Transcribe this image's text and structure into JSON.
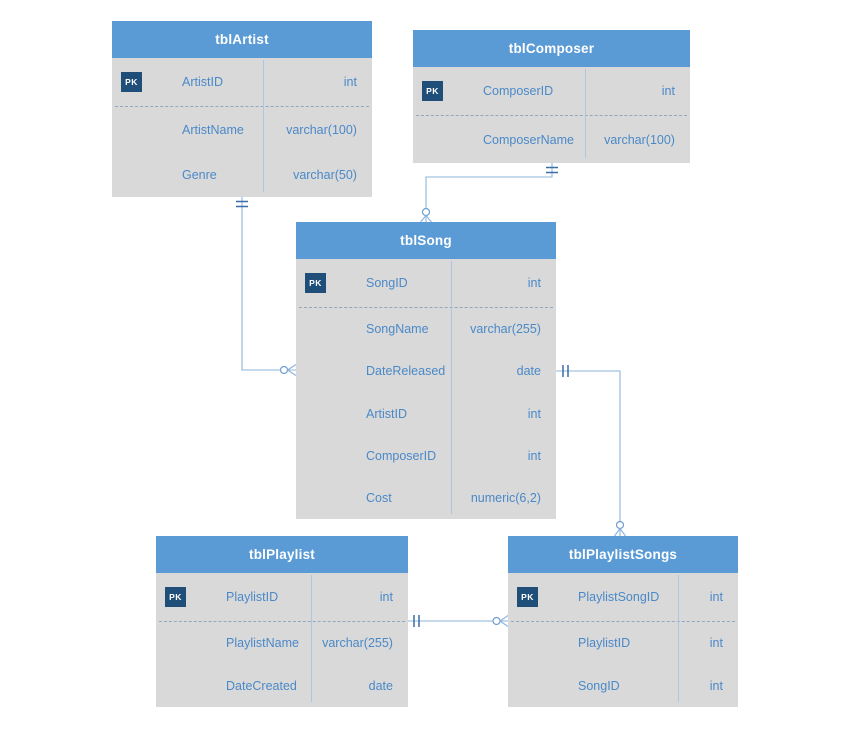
{
  "diagram": {
    "pk_label": "PK",
    "tables": [
      {
        "title": "tblArtist",
        "rows": [
          {
            "key": "PK",
            "name": "ArtistID",
            "type": "int"
          },
          {
            "key": "",
            "name": "ArtistName",
            "type": "varchar(100)"
          },
          {
            "key": "",
            "name": "Genre",
            "type": "varchar(50)"
          }
        ]
      },
      {
        "title": "tblComposer",
        "rows": [
          {
            "key": "PK",
            "name": "ComposerID",
            "type": "int"
          },
          {
            "key": "",
            "name": "ComposerName",
            "type": "varchar(100)"
          }
        ]
      },
      {
        "title": "tblSong",
        "rows": [
          {
            "key": "PK",
            "name": "SongID",
            "type": "int"
          },
          {
            "key": "",
            "name": "SongName",
            "type": "varchar(255)"
          },
          {
            "key": "",
            "name": "DateReleased",
            "type": "date"
          },
          {
            "key": "",
            "name": "ArtistID",
            "type": "int"
          },
          {
            "key": "",
            "name": "ComposerID",
            "type": "int"
          },
          {
            "key": "",
            "name": "Cost",
            "type": "numeric(6,2)"
          }
        ]
      },
      {
        "title": "tblPlaylist",
        "rows": [
          {
            "key": "PK",
            "name": "PlaylistID",
            "type": "int"
          },
          {
            "key": "",
            "name": "PlaylistName",
            "type": "varchar(255)"
          },
          {
            "key": "",
            "name": "DateCreated",
            "type": "date"
          }
        ]
      },
      {
        "title": "tblPlaylistSongs",
        "rows": [
          {
            "key": "PK",
            "name": "PlaylistSongID",
            "type": "int"
          },
          {
            "key": "",
            "name": "PlaylistID",
            "type": "int"
          },
          {
            "key": "",
            "name": "SongID",
            "type": "int"
          }
        ]
      }
    ],
    "relationships": [
      {
        "from": "tblArtist",
        "to": "tblSong",
        "from_cardinality": "one",
        "to_cardinality": "zero-or-many"
      },
      {
        "from": "tblComposer",
        "to": "tblSong",
        "from_cardinality": "one",
        "to_cardinality": "zero-or-many"
      },
      {
        "from": "tblSong",
        "to": "tblPlaylistSongs",
        "from_cardinality": "one",
        "to_cardinality": "zero-or-many"
      },
      {
        "from": "tblPlaylist",
        "to": "tblPlaylistSongs",
        "from_cardinality": "one",
        "to_cardinality": "zero-or-many"
      }
    ],
    "colors": {
      "header": "#5B9BD5",
      "body": "#D9D9D9",
      "pk_badge": "#1F4E79",
      "row_text": "#4A89C8",
      "line": "#8EB4DC",
      "marker": "#3A6EA5"
    }
  }
}
